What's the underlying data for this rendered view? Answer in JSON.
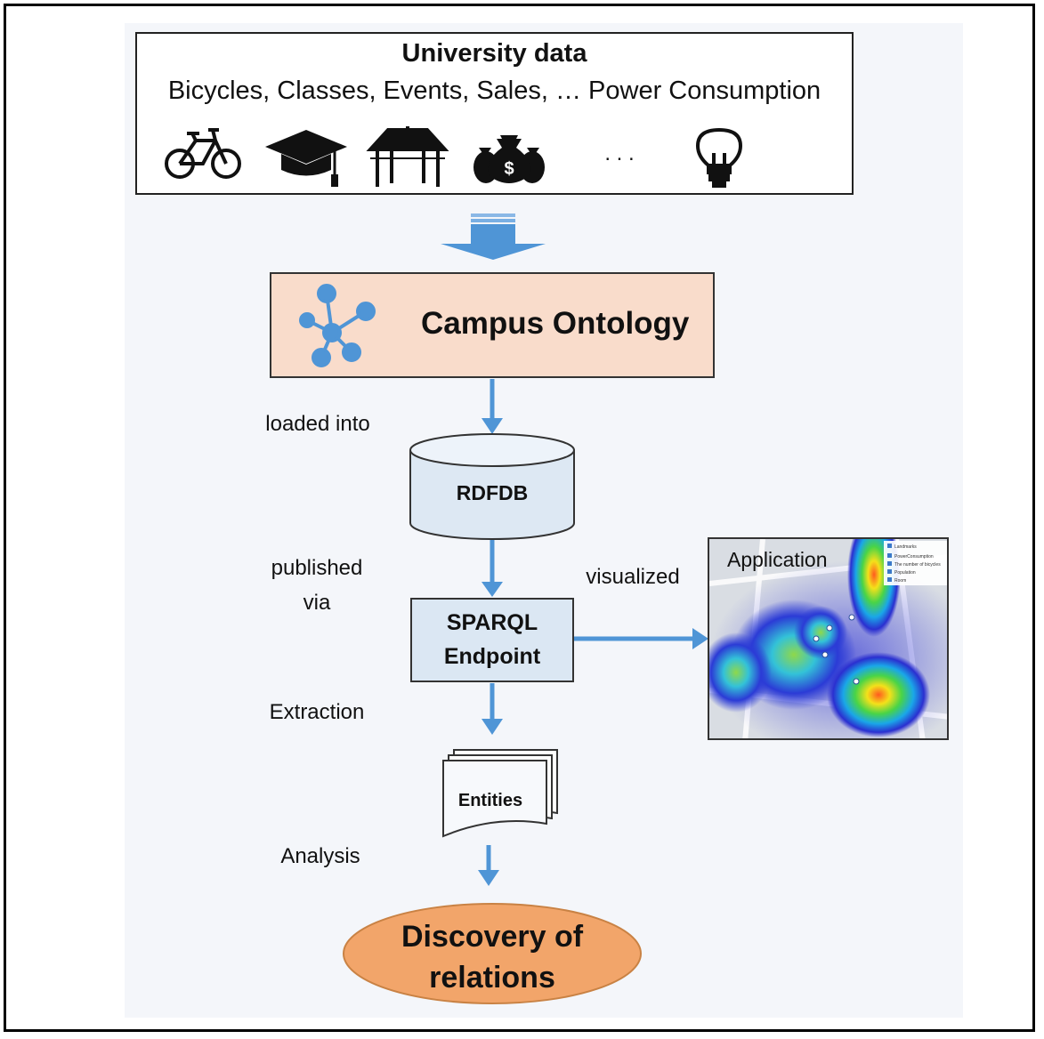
{
  "university": {
    "title": "University data",
    "subtitle": "Bicycles, Classes, Events, Sales,  … Power Consumption",
    "icons": [
      "bicycle-icon",
      "graduation-cap-icon",
      "event-tent-icon",
      "money-bags-icon",
      "ellipsis",
      "lightbulb-icon"
    ],
    "ellipsis": ". . ."
  },
  "ontology": {
    "label": "Campus Ontology",
    "icon": "network-graph-icon"
  },
  "labels": {
    "loaded_into": "loaded into",
    "published": "published",
    "via": "via",
    "visualized": "visualized",
    "extraction": "Extraction",
    "analysis": "Analysis"
  },
  "rdfdb": {
    "label": "RDFDB"
  },
  "sparql": {
    "line1": "SPARQL",
    "line2": "Endpoint"
  },
  "entities": {
    "label": "Entities"
  },
  "application": {
    "label": "Application",
    "legend": [
      "Landmarks",
      "PowerConsumption",
      "The number of bicycles",
      "Population",
      "Room"
    ]
  },
  "discovery": {
    "line1": "Discovery of",
    "line2": "relations"
  },
  "colors": {
    "arrow": "#4f95d6",
    "ontology_fill": "#f9dccb",
    "sparql_fill": "#dbe7f3",
    "cylinder_fill": "#dde8f3",
    "ellipse_fill": "#f2a56a"
  }
}
